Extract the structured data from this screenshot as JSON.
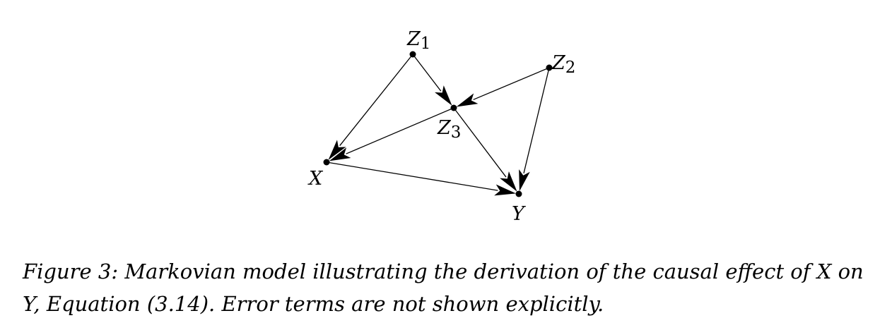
{
  "diagram": {
    "nodes": [
      {
        "id": "Z1",
        "label": "Z",
        "subscript": "1"
      },
      {
        "id": "Z2",
        "label": "Z",
        "subscript": "2"
      },
      {
        "id": "Z3",
        "label": "Z",
        "subscript": "3"
      },
      {
        "id": "X",
        "label": "X",
        "subscript": ""
      },
      {
        "id": "Y",
        "label": "Y",
        "subscript": ""
      }
    ],
    "edges": [
      {
        "from": "Z1",
        "to": "X"
      },
      {
        "from": "Z1",
        "to": "Z3"
      },
      {
        "from": "Z2",
        "to": "Z3"
      },
      {
        "from": "Z2",
        "to": "Y"
      },
      {
        "from": "Z3",
        "to": "X"
      },
      {
        "from": "Z3",
        "to": "Y"
      },
      {
        "from": "X",
        "to": "Y"
      }
    ]
  },
  "caption": {
    "line1": "Figure 3: Markovian model illustrating the derivation of the causal effect of X on",
    "line2": "Y, Equation (3.14). Error terms are not shown explicitly."
  }
}
